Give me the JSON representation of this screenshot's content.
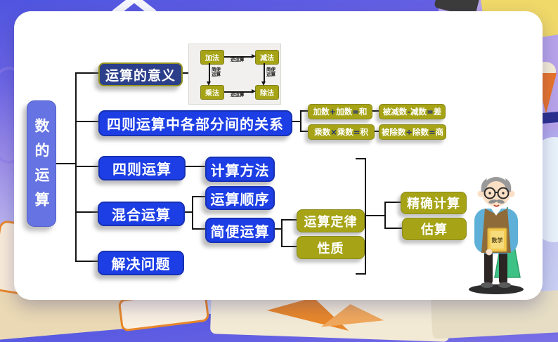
{
  "root": {
    "label": "数的运算"
  },
  "branches": {
    "meaning": "运算的意义",
    "relations": "四则运算中各部分间的关系",
    "four_ops": "四则运算",
    "mixed": "混合运算",
    "solve": "解决问题"
  },
  "flowchart": {
    "add": "加法",
    "subtract": "减法",
    "multiply": "乘法",
    "divide": "除法",
    "inverse_top": "逆运算",
    "inverse_bottom": "逆运算",
    "simplify_left": "简便运算",
    "simplify_right": "简便运算"
  },
  "formulas": {
    "sum": "加数+加数=和",
    "difference": "被减数-减数=差",
    "product": "乘数×乘数=积",
    "quotient": "被除数÷除数=商"
  },
  "children": {
    "method": "计算方法",
    "order": "运算顺序",
    "simple": "简便运算",
    "laws": "运算定律",
    "properties": "性质",
    "precise": "精确计算",
    "estimate": "估算"
  },
  "character": {
    "book_label": "数学"
  },
  "colors": {
    "box_blue": "#1c3ee4",
    "box_navy": "#2c3f8a",
    "box_olive": "#a6a416",
    "root_periwinkle": "#6573e3",
    "line_black": "#151515",
    "card_white": "#ffffff",
    "bg_top_blue": "#4f55e0",
    "bg_lavender": "#b7a4ea",
    "bg_yellow": "#f0d968"
  }
}
